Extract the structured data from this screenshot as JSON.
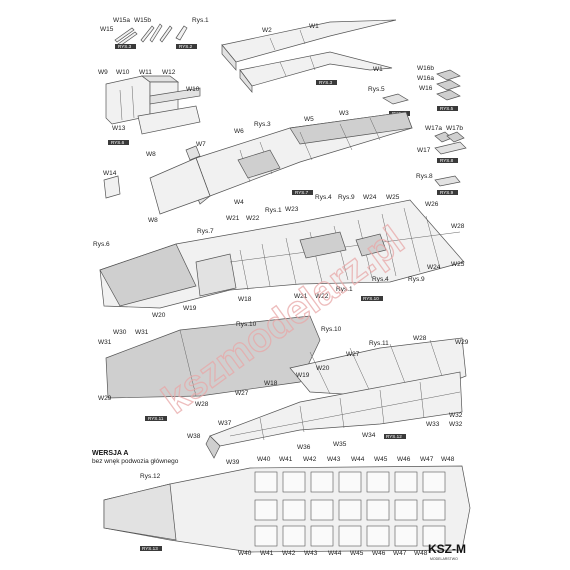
{
  "watermark": "kszmodelarz.pl",
  "logo": {
    "text": "KSZ-M",
    "subtitle": "MODELARSTWO"
  },
  "version_block": {
    "title": "WERSJA A",
    "subtitle": "bez wnęk podwozia głównego"
  },
  "figure_tags": {
    "rys2": "RYS.2",
    "rys3": "RYS.3",
    "rys4": "RYS.4",
    "rys5": "RYS.5",
    "rys6": "RYS.6",
    "rys7": "RYS.7",
    "rys8": "RYS.8",
    "rys9": "RYS.9",
    "rys10": "RYS.10",
    "rys11": "RYS.11",
    "rys12": "RYS.12",
    "rys13": "RYS.13"
  },
  "labels": {
    "w15a": "W15a",
    "w15b": "W15b",
    "w15": "W15",
    "rys1_top": "Rys.1",
    "w1a": "W1",
    "w2": "W2",
    "w1b": "W1",
    "w16b": "W16b",
    "w16a": "W16a",
    "w16": "W16",
    "rys5": "Rys.5",
    "w9": "W9",
    "w10a": "W10",
    "w11": "W11",
    "w12": "W12",
    "w10b": "W10",
    "w13": "W13",
    "w5": "W5",
    "w3": "W3",
    "rys3": "Rys.3",
    "w6": "W6",
    "w7": "W7",
    "w8a": "W8",
    "w14": "W14",
    "w4": "W4",
    "w8b": "W8",
    "w17a": "W17a",
    "w17b": "W17b",
    "w17": "W17",
    "rys8": "Rys.8",
    "rys1_mid": "Rys.1",
    "w23": "W23",
    "rys4_a": "Rys.4",
    "rys9_a": "Rys.9",
    "w24a": "W24",
    "w25a": "W25",
    "w26": "W26",
    "w21a": "W21",
    "w22a": "W22",
    "rys7": "Rys.7",
    "w28a": "W28",
    "rys6": "Rys.6",
    "w24b": "W24",
    "w25b": "W25",
    "rys4_b": "Rys.4",
    "rys9_b": "Rys.9",
    "rys1_b": "Rys.1",
    "w18a": "W18",
    "w21b": "W21",
    "w22b": "W22",
    "w19a": "W19",
    "w20a": "W20",
    "w30": "W30",
    "w31a": "W31",
    "w31b": "W31",
    "rys10_a": "Rys.10",
    "rys10_b": "Rys.10",
    "rys11": "Rys.11",
    "w28b": "W28",
    "w29a": "W29",
    "w27a": "W27",
    "w20b": "W20",
    "w19b": "W19",
    "w18b": "W18",
    "w29b": "W29",
    "w27b": "W27",
    "w28c": "W28",
    "w37": "W37",
    "w38": "W38",
    "w36": "W36",
    "w35": "W35",
    "w34": "W34",
    "w33": "W33",
    "w32a": "W32",
    "w32b": "W32",
    "w39": "W39",
    "rys12": "Rys.12",
    "w40": "W40",
    "w41": "W41",
    "w42": "W42",
    "w43": "W43",
    "w44": "W44",
    "w45": "W45",
    "w46": "W46",
    "w47": "W47",
    "w48": "W48",
    "w40b": "W40",
    "w41b": "W41",
    "w42b": "W42",
    "w43b": "W43",
    "w44b": "W44",
    "w45b": "W45",
    "w46b": "W46",
    "w47b": "W47",
    "w48b": "W48"
  }
}
